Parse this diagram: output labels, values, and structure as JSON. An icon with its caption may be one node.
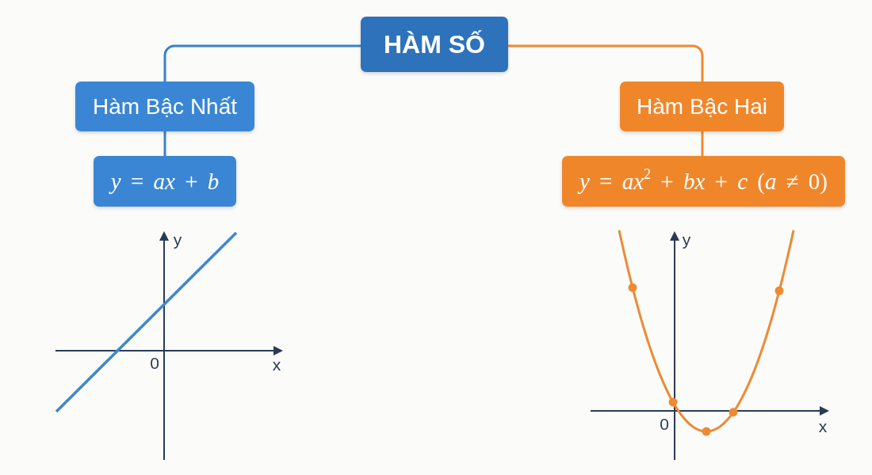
{
  "diagram": {
    "nodes": [
      {
        "text": [
          "HÀM SỐ"
        ]
      },
      {
        "text": [
          "Hàm Bậc Nhất"
        ]
      },
      {
        "text": [
          "*y* = *ax* + *b*"
        ]
      },
      {
        "text": [
          "Hàm Bậc Hai"
        ]
      },
      {
        "text": [
          "*y* = *ax*$^{2}$ + *bx* + *c* (*a* ≠ 0)"
        ]
      }
    ],
    "edges": [
      {
        "from": 0,
        "to": 1,
        "arrow": "none",
        "color": "#3b82cc"
      },
      {
        "from": 1,
        "to": 2,
        "arrow": "none",
        "color": "#3b82cc"
      },
      {
        "from": 0,
        "to": 3,
        "arrow": "none",
        "color": "#ef8a30"
      },
      {
        "from": 3,
        "to": 4,
        "arrow": "none",
        "color": "#ef8a30"
      }
    ],
    "labels": [
      "y",
      "0",
      "x",
      "y",
      "0",
      "x"
    ]
  }
}
